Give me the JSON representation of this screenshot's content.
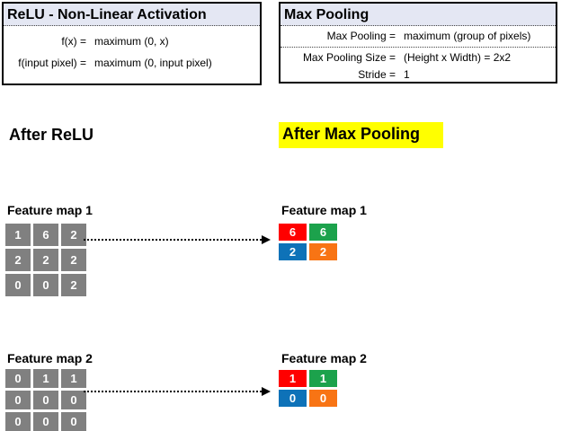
{
  "relu_box": {
    "title": "ReLU - Non-Linear Activation",
    "formulas": [
      {
        "lhs": "f(x) =",
        "rhs": "maximum (0, x)"
      },
      {
        "lhs": "f(input pixel) =",
        "rhs": "maximum (0, input pixel)"
      }
    ]
  },
  "pooling_box": {
    "title": "Max Pooling",
    "formulas": [
      {
        "lhs": "Max Pooling  =",
        "rhs": "maximum (group of pixels)"
      },
      {
        "lhs": "Max Pooling Size =",
        "rhs": "(Height x Width) = 2x2"
      },
      {
        "lhs": "Stride =",
        "rhs": "1"
      }
    ]
  },
  "headings": {
    "after_relu": "After ReLU",
    "after_max_pooling": "After Max Pooling"
  },
  "feature_map_1": {
    "input_label": "Feature map 1",
    "output_label": "Feature map 1",
    "input_grid": [
      [
        "1",
        "6",
        "2"
      ],
      [
        "2",
        "2",
        "2"
      ],
      [
        "0",
        "0",
        "2"
      ]
    ],
    "output_grid": [
      [
        "6",
        "6"
      ],
      [
        "2",
        "2"
      ]
    ]
  },
  "feature_map_2": {
    "input_label": "Feature map 2",
    "output_label": "Feature map 2",
    "input_grid": [
      [
        "0",
        "1",
        "1"
      ],
      [
        "0",
        "0",
        "0"
      ],
      [
        "0",
        "0",
        "0"
      ]
    ],
    "output_grid": [
      [
        "1",
        "1"
      ],
      [
        "0",
        "0"
      ]
    ]
  },
  "colors": {
    "highlight": "#FFFF00",
    "input_cell": "#808080",
    "header_fill": "#E4E7F3",
    "output_cells": {
      "top_left": "#FF0000",
      "top_right": "#1CA24C",
      "bottom_left": "#0E72B8",
      "bottom_right": "#F87414"
    }
  }
}
